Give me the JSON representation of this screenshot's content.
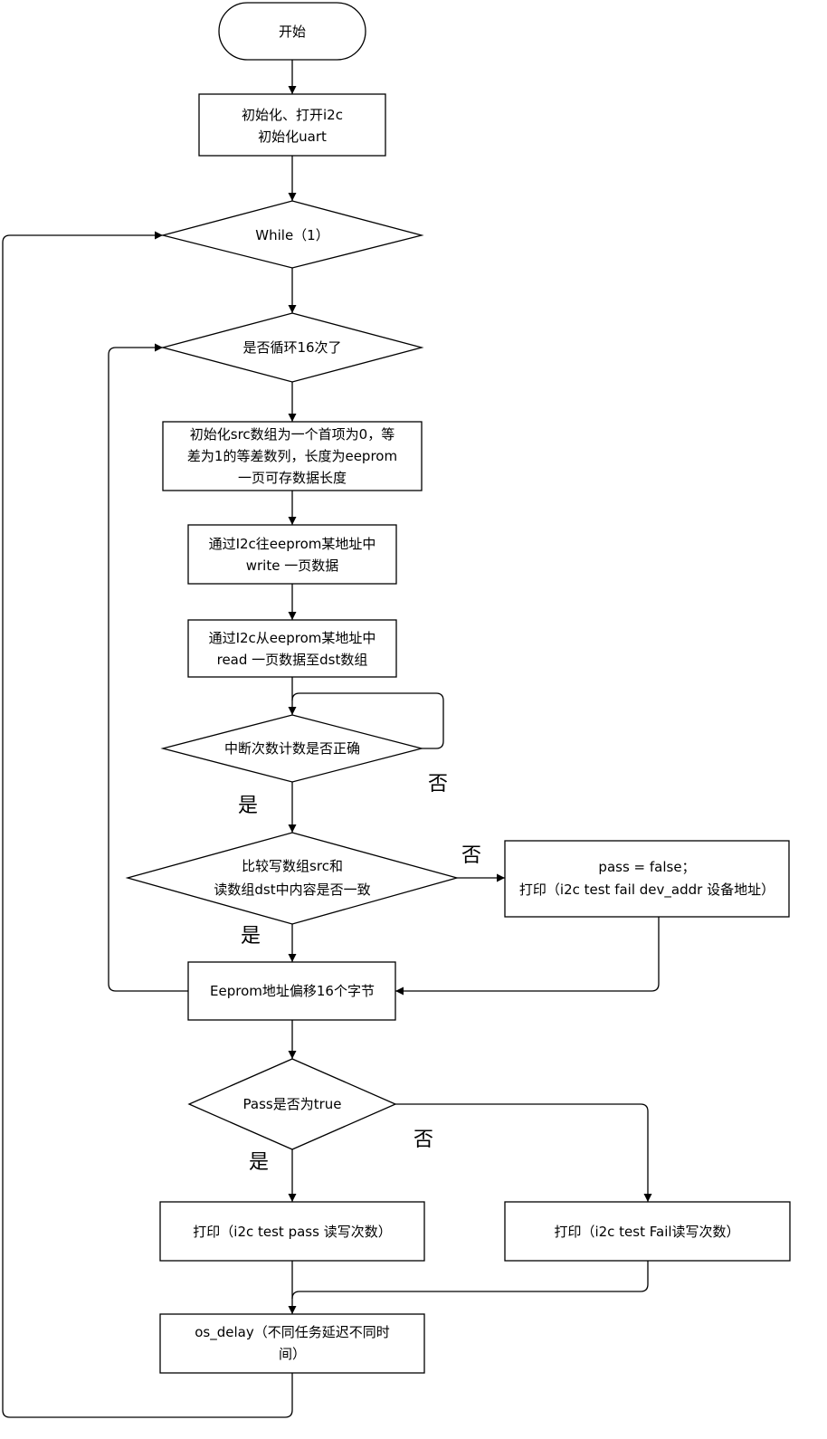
{
  "nodes": {
    "start": "开始",
    "init_line1": "初始化、打开i2c",
    "init_line2": "初始化uart",
    "while": "While（1）",
    "loop16": "是否循环16次了",
    "src_line1": "初始化src数组为一个首项为0，等",
    "src_line2": "差为1的等差数列，长度为eeprom",
    "src_line3": "一页可存数据长度",
    "write_line1": "通过I2c往eeprom某地址中",
    "write_line2": "write 一页数据",
    "read_line1": "通过I2c从eeprom某地址中",
    "read_line2": "read 一页数据至dst数组",
    "irq_check": "中断次数计数是否正确",
    "cmp_line1": "比较写数组src和",
    "cmp_line2": "读数组dst中内容是否一致",
    "fail_line1": "pass = false；",
    "fail_line2": "打印（i2c test fail dev_addr 设备地址）",
    "offset": "Eeprom地址偏移16个字节",
    "pass_check": "Pass是否为true",
    "print_pass": "打印（i2c test pass 读写次数）",
    "print_fail": "打印（i2c test Fail读写次数）",
    "delay_line1": "os_delay（不同任务延迟不同时",
    "delay_line2": "间）"
  },
  "edge_labels": {
    "irq_no": "否",
    "irq_yes": "是",
    "cmp_no": "否",
    "cmp_yes": "是",
    "pass_no": "否",
    "pass_yes": "是"
  }
}
